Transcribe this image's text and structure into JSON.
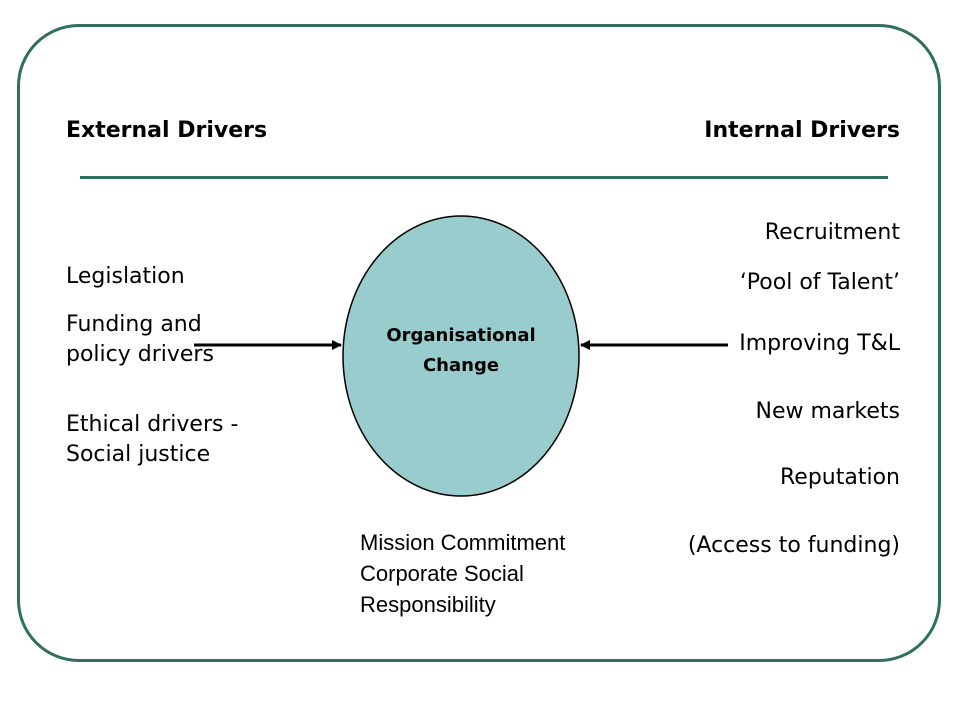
{
  "headings": {
    "external": "External Drivers",
    "internal": "Internal Drivers"
  },
  "center": {
    "line1": "Organisational",
    "line2": "Change"
  },
  "external_drivers": [
    {
      "lines": [
        "Legislation"
      ]
    },
    {
      "lines": [
        "Funding and",
        "policy drivers"
      ]
    },
    {
      "lines": [
        "Ethical drivers -",
        "Social justice"
      ]
    }
  ],
  "internal_drivers": [
    "Recruitment",
    "‘Pool of Talent’",
    "Improving T&L",
    "New markets",
    "Reputation",
    "(Access to funding)"
  ],
  "mission": {
    "line1": "Mission Commitment",
    "line2": "Corporate Social",
    "line3": "Responsibility"
  },
  "colors": {
    "frame": "#2f6f5f",
    "ellipse_fill": "#99cccc",
    "ellipse_stroke": "#000000",
    "arrow": "#000000"
  }
}
